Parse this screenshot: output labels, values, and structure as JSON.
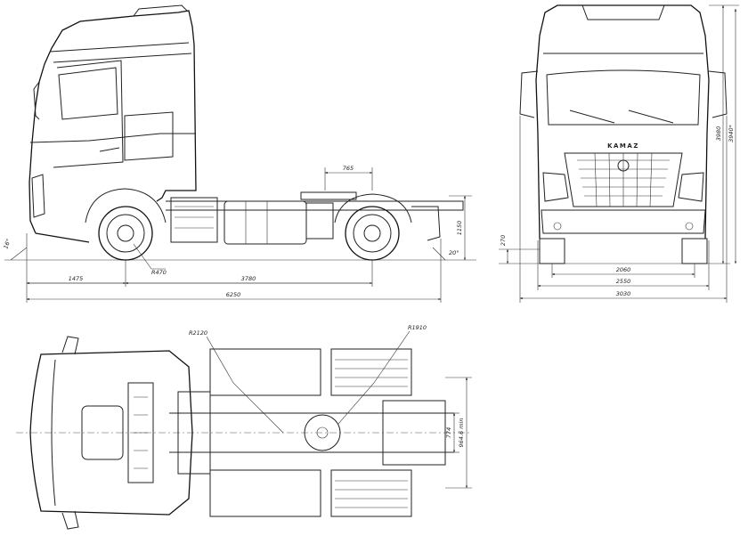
{
  "brand_text": "KAMAZ",
  "side_view": {
    "dims": {
      "fifth_wheel_offset": "765",
      "fifth_wheel_height": "1150",
      "front_overhang": "1475",
      "wheelbase": "3780",
      "overall_length": "6250",
      "wheel_radius": "R470",
      "front_angle": "16°",
      "rear_angle": "20°"
    }
  },
  "front_view": {
    "dims": {
      "cab_height": "3980",
      "cab_height_alt": "3940*",
      "ground_clearance": "270",
      "track": "2060",
      "width": "2550",
      "mirror_width": "3030"
    }
  },
  "top_view": {
    "dims": {
      "turn_radius_front": "R2120",
      "turn_radius_rear": "R1910",
      "frame_width": "774",
      "rear_width": "964.6 min"
    }
  }
}
